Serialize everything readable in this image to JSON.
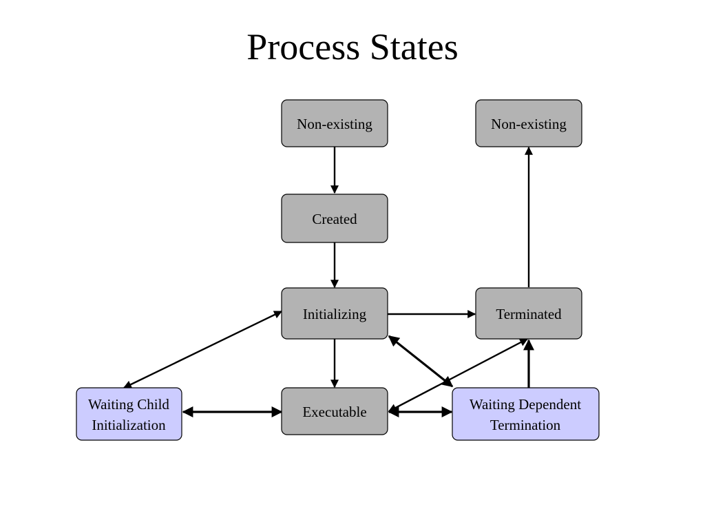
{
  "title": "Process States",
  "nodes": {
    "non_existing_start": {
      "label": [
        "Non-existing"
      ],
      "color": "#b3b3b3"
    },
    "non_existing_end": {
      "label": [
        "Non-existing"
      ],
      "color": "#b3b3b3"
    },
    "created": {
      "label": [
        "Created"
      ],
      "color": "#b3b3b3"
    },
    "initializing": {
      "label": [
        "Initializing"
      ],
      "color": "#b3b3b3"
    },
    "terminated": {
      "label": [
        "Terminated"
      ],
      "color": "#b3b3b3"
    },
    "executable": {
      "label": [
        "Executable"
      ],
      "color": "#b3b3b3"
    },
    "waiting_child_init": {
      "label": [
        "Waiting Child",
        "Initialization"
      ],
      "color": "#ccccff"
    },
    "waiting_dependent_term": {
      "label": [
        "Waiting Dependent",
        "Termination"
      ],
      "color": "#ccccff"
    }
  },
  "edges": [
    {
      "from": "non_existing_start",
      "to": "created",
      "direction": "forward"
    },
    {
      "from": "created",
      "to": "initializing",
      "direction": "forward"
    },
    {
      "from": "initializing",
      "to": "terminated",
      "direction": "forward"
    },
    {
      "from": "initializing",
      "to": "executable",
      "direction": "forward"
    },
    {
      "from": "initializing",
      "to": "waiting_child_init",
      "direction": "both"
    },
    {
      "from": "initializing",
      "to": "waiting_dependent_term",
      "direction": "both"
    },
    {
      "from": "terminated",
      "to": "non_existing_end",
      "direction": "forward"
    },
    {
      "from": "executable",
      "to": "terminated",
      "direction": "both"
    },
    {
      "from": "waiting_dependent_term",
      "to": "terminated",
      "direction": "forward"
    },
    {
      "from": "waiting_child_init",
      "to": "executable",
      "direction": "both"
    },
    {
      "from": "executable",
      "to": "waiting_dependent_term",
      "direction": "both"
    }
  ]
}
